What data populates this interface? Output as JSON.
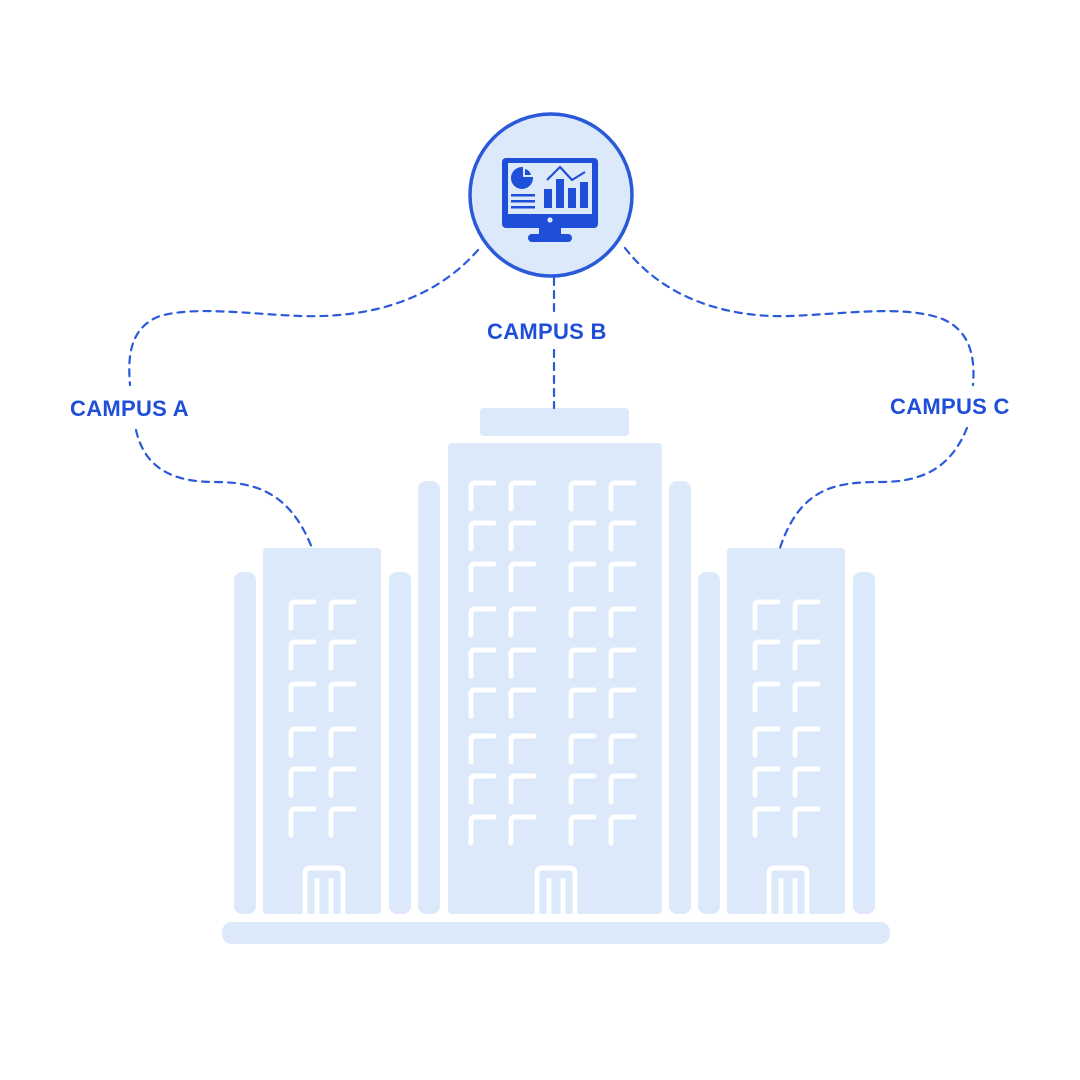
{
  "labels": {
    "campus_a": "CAMPUS A",
    "campus_b": "CAMPUS B",
    "campus_c": "CAMPUS C"
  },
  "hub": {
    "icon": "analytics-monitor-icon"
  },
  "buildings": {
    "icon": "office-buildings-icon"
  },
  "colors": {
    "accent": "#1f4fd8",
    "hub_fill": "#dce9fb",
    "building": "#dce9fb",
    "background": "#ffffff"
  }
}
